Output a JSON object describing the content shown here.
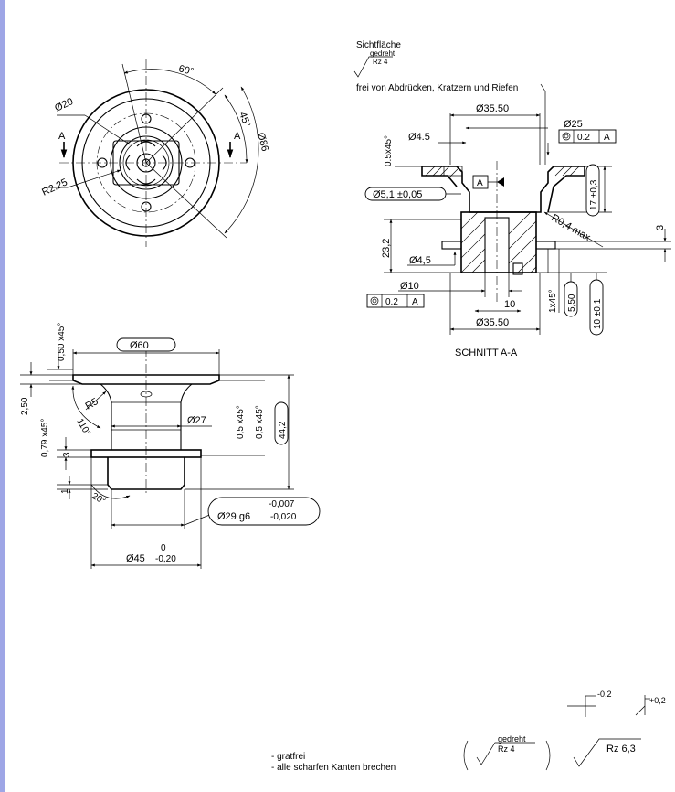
{
  "front_view": {
    "angle_60": "60°",
    "angle_45": "45°",
    "dia_86": "Ø86",
    "dia_20": "Ø20",
    "radius_225": "R2.25",
    "section_mark_left": "A",
    "section_mark_right": "A"
  },
  "section_view": {
    "surface_label": "Sichtfläche",
    "surface_process": "gedreht",
    "surface_value": "Rz 4",
    "surface_note": "frei von Abdrücken, Kratzern und Riefen",
    "dia_3550_top": "Ø35.50",
    "dia_25": "Ø25",
    "concentricity_tol": "0.2",
    "datum_a": "A",
    "chamfer_05": "0.5x45°",
    "dia_45_top": "Ø4.5",
    "dim_17": "17 ±0,3",
    "dia_51": "Ø5,1 ±0,05",
    "datum_box_a": "A",
    "radius_04": "R0,4 max.",
    "dim_3": "3",
    "dim_232": "23,2",
    "dia_45_bottom": "Ø4,5",
    "dia_10": "Ø10",
    "concentricity_bottom_tol": "0.2",
    "datum_bottom_a": "A",
    "dim_10": "10",
    "chamfer_1": "1x45°",
    "dim_550": "5,50",
    "dim_10_tol": "10 ±0,1",
    "dia_3550_bottom": "Ø35.50",
    "title": "SCHNITT A-A"
  },
  "side_view": {
    "chamfer_050": "0,50 x45°",
    "dia_60": "Ø60",
    "dim_250": "2,50",
    "chamfer_079": "0,79 x45°",
    "radius_5": "R5",
    "angle_110": "110°",
    "dia_27": "Ø27",
    "chamfer_05a": "0,5 x45°",
    "chamfer_05b": "0,5 x45°",
    "dim_442": "44,2",
    "dim_3": "3",
    "dim_1": "1",
    "angle_20": "20°",
    "tol_upper_29": "-0,007",
    "dia_29": "Ø29 g6",
    "tol_lower_29": "-0,020",
    "tol_upper_45": "0",
    "dia_45": "Ø45",
    "tol_lower_45": "-0,20"
  },
  "notes": {
    "note_1": "- gratfrei",
    "note_2": "- alle scharfen Kanten brechen",
    "roughness_process": "gedreht",
    "roughness_value": "Rz 4",
    "roughness_general": "Rz  6,3",
    "edge_minus": "-0,2",
    "edge_plus": "+0,2"
  }
}
